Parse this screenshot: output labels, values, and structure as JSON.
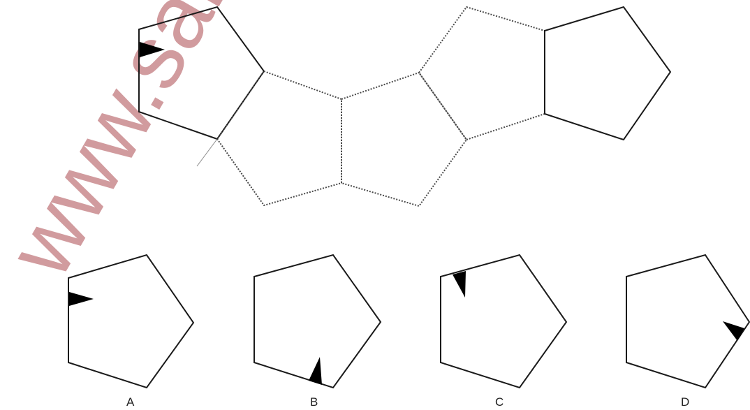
{
  "watermark": {
    "text": "www.saksh",
    "color": "#c98a8e"
  },
  "colors": {
    "outline": "#1a1a1a",
    "fold_line": "#4a4a4a",
    "marker": "#000000"
  },
  "net": {
    "faces": 5,
    "solid_faces": 2,
    "dotted_faces": 3,
    "marker_icon": "triangle-marker-icon"
  },
  "options": [
    {
      "label": "A"
    },
    {
      "label": "B"
    },
    {
      "label": "C"
    },
    {
      "label": "D"
    }
  ]
}
